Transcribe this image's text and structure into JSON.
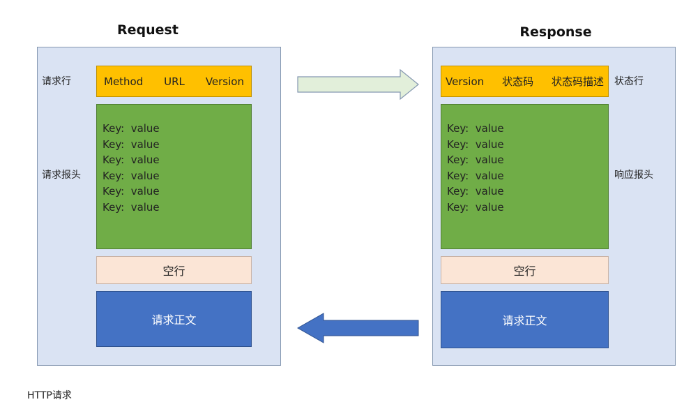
{
  "request": {
    "title": "Request",
    "line_label": "请求行",
    "line_parts": [
      "Method",
      "URL",
      "Version"
    ],
    "header_label": "请求报头",
    "header_lines": [
      "Key:  value",
      "Key:  value",
      "Key:  value",
      "Key:  value",
      "Key:  value",
      "Key:  value"
    ],
    "empty_line": "空行",
    "body": "请求正文"
  },
  "response": {
    "title": "Response",
    "line_label": "状态行",
    "line_parts": [
      "Version",
      "状态码",
      "状态码描述"
    ],
    "header_label": "响应报头",
    "header_lines": [
      "Key:  value",
      "Key:  value",
      "Key:  value",
      "Key:  value",
      "Key:  value",
      "Key:  value"
    ],
    "empty_line": "空行",
    "body": "请求正文"
  },
  "caption": "HTTP请求",
  "colors": {
    "panel": "#dae3f3",
    "line": "#ffc000",
    "header": "#70ad47",
    "empty": "#fbe5d6",
    "body": "#4472c4",
    "arrow_right": "#e2efda",
    "arrow_left": "#4472c4"
  }
}
